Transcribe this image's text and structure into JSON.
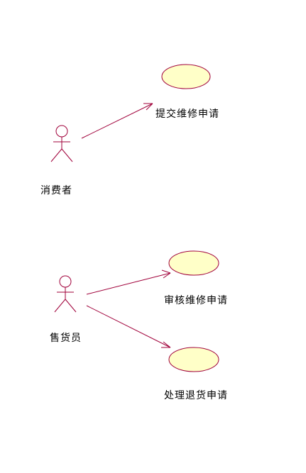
{
  "colors": {
    "line": "#a0003a",
    "usecase_fill": "#ffffc8",
    "usecase_stroke": "#a0003a",
    "text": "#000000",
    "background": "#ffffff"
  },
  "actors": [
    {
      "id": "consumer",
      "label": "消费者"
    },
    {
      "id": "salesperson",
      "label": "售货员"
    }
  ],
  "use_cases": [
    {
      "id": "submit_repair",
      "label": "提交维修申请"
    },
    {
      "id": "review_repair",
      "label": "审核维修申请"
    },
    {
      "id": "handle_return",
      "label": "处理退货申请"
    }
  ],
  "associations": [
    {
      "from": "consumer",
      "to": "submit_repair"
    },
    {
      "from": "salesperson",
      "to": "review_repair"
    },
    {
      "from": "salesperson",
      "to": "handle_return"
    }
  ]
}
